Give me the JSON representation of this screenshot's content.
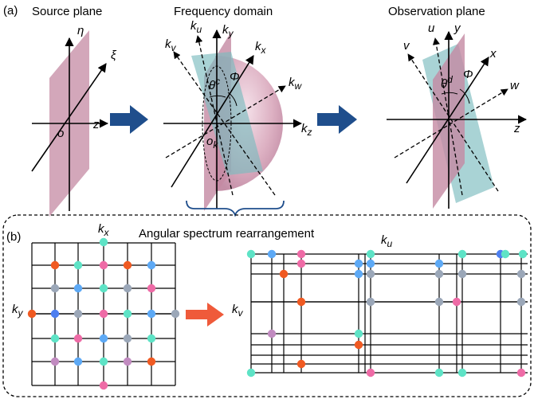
{
  "panel_a": {
    "label": "(a)",
    "source_plane": {
      "title": "Source plane",
      "axis_eta": "η",
      "axis_xi": "ξ",
      "axis_z": "z",
      "origin": "o"
    },
    "frequency_domain": {
      "title": "Frequency domain",
      "axis_ku": "k",
      "axis_ku_sub": "u",
      "axis_ky": "k",
      "axis_ky_sub": "y",
      "axis_kv": "k",
      "axis_kv_sub": "v",
      "axis_kx": "k",
      "axis_kx_sub": "x",
      "axis_kw": "k",
      "axis_kw_sub": "w",
      "axis_kz": "k",
      "axis_kz_sub": "z",
      "angle_theta": "θ",
      "angle_theta_sup": "c",
      "angle_phi": "Φ",
      "origin": "o",
      "origin_sub": "k"
    },
    "observation_plane": {
      "title": "Observation plane",
      "axis_u": "u",
      "axis_y": "y",
      "axis_v": "v",
      "axis_x": "x",
      "axis_w": "w",
      "axis_z": "z",
      "angle_theta": "θ",
      "angle_theta_sup": "d",
      "angle_phi": "Φ"
    }
  },
  "panel_b": {
    "label": "(b)",
    "title": "Angular spectrum rearrangement",
    "left_axis_kx": "k",
    "left_axis_kx_sub": "x",
    "left_axis_ky": "k",
    "left_axis_ky_sub": "y",
    "right_axis_ku": "k",
    "right_axis_ku_sub": "u",
    "right_axis_kv": "k",
    "right_axis_kv_sub": "v"
  },
  "colors": {
    "plane": "#c48aa3",
    "tilted_plane": "#7bbcbf",
    "sphere": "#d7a3b8",
    "big_arrow": "#1f4e8c",
    "red_arrow": "#ef5a3a",
    "dot_orange": "#f05a22",
    "dot_cyan": "#5ee3c6",
    "dot_pink": "#ee6ba6",
    "dot_blue": "#5da9f5",
    "dot_gray": "#9ba7b8",
    "dot_purple": "#c18bc0",
    "dot_royal": "#4d7ff0"
  }
}
